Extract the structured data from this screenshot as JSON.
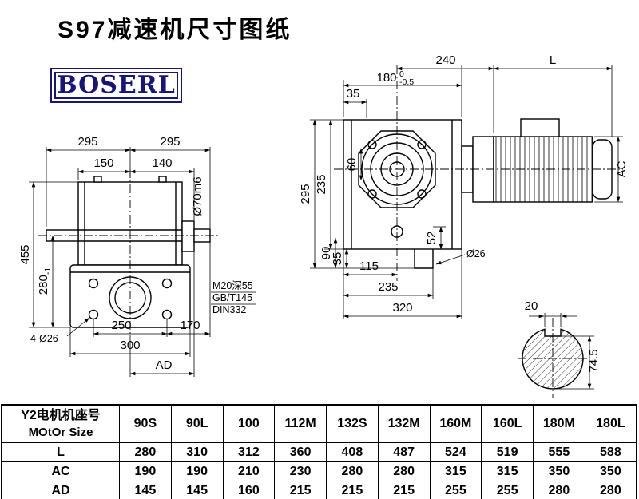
{
  "page": {
    "title": "S97减速机尺寸图纸"
  },
  "logo": {
    "text": "BOSERL"
  },
  "drawing": {
    "left_view": {
      "top_width_left": "295",
      "top_width_right": "295",
      "width_150": "150",
      "width_140": "140",
      "height_455": "455",
      "height_280": "280",
      "height_280_tol": "-1",
      "shaft_dia": "Ø70m6",
      "bolt_note": "4-Ø26",
      "bottom_250": "250",
      "bottom_170": "170",
      "bottom_300": "300",
      "bottom_AD": "AD",
      "tap_notes": [
        "M20深55",
        "GB/T145",
        "DIN332"
      ]
    },
    "right_view": {
      "top_180": "180",
      "top_180_tol_upper": "0",
      "top_180_tol_lower": "-0.5",
      "top_240": "240",
      "top_L": "L",
      "top_35": "35",
      "inner_60": "60",
      "left_295": "295",
      "left_235": "235",
      "left_90": "90",
      "left_35": "35",
      "bottom_115": "115",
      "bottom_235": "235",
      "bottom_320": "320",
      "stub_52": "52",
      "stub_dia": "Ø26",
      "motor_AC": "AC"
    },
    "shaft_section": {
      "key_width": "20",
      "key_depth": "74.5"
    }
  },
  "table": {
    "row_header_cn": "Y2电机机座号",
    "row_header_en": "MOtOr Size",
    "columns": [
      "90S",
      "90L",
      "100",
      "112M",
      "132S",
      "132M",
      "160M",
      "160L",
      "180M",
      "180L"
    ],
    "rows": [
      {
        "label": "L",
        "values": [
          "280",
          "310",
          "312",
          "360",
          "408",
          "487",
          "524",
          "519",
          "555",
          "588"
        ]
      },
      {
        "label": "AC",
        "values": [
          "190",
          "190",
          "210",
          "230",
          "280",
          "280",
          "315",
          "315",
          "350",
          "350"
        ]
      },
      {
        "label": "AD",
        "values": [
          "145",
          "145",
          "160",
          "215",
          "215",
          "215",
          "255",
          "255",
          "280",
          "280"
        ]
      }
    ]
  }
}
